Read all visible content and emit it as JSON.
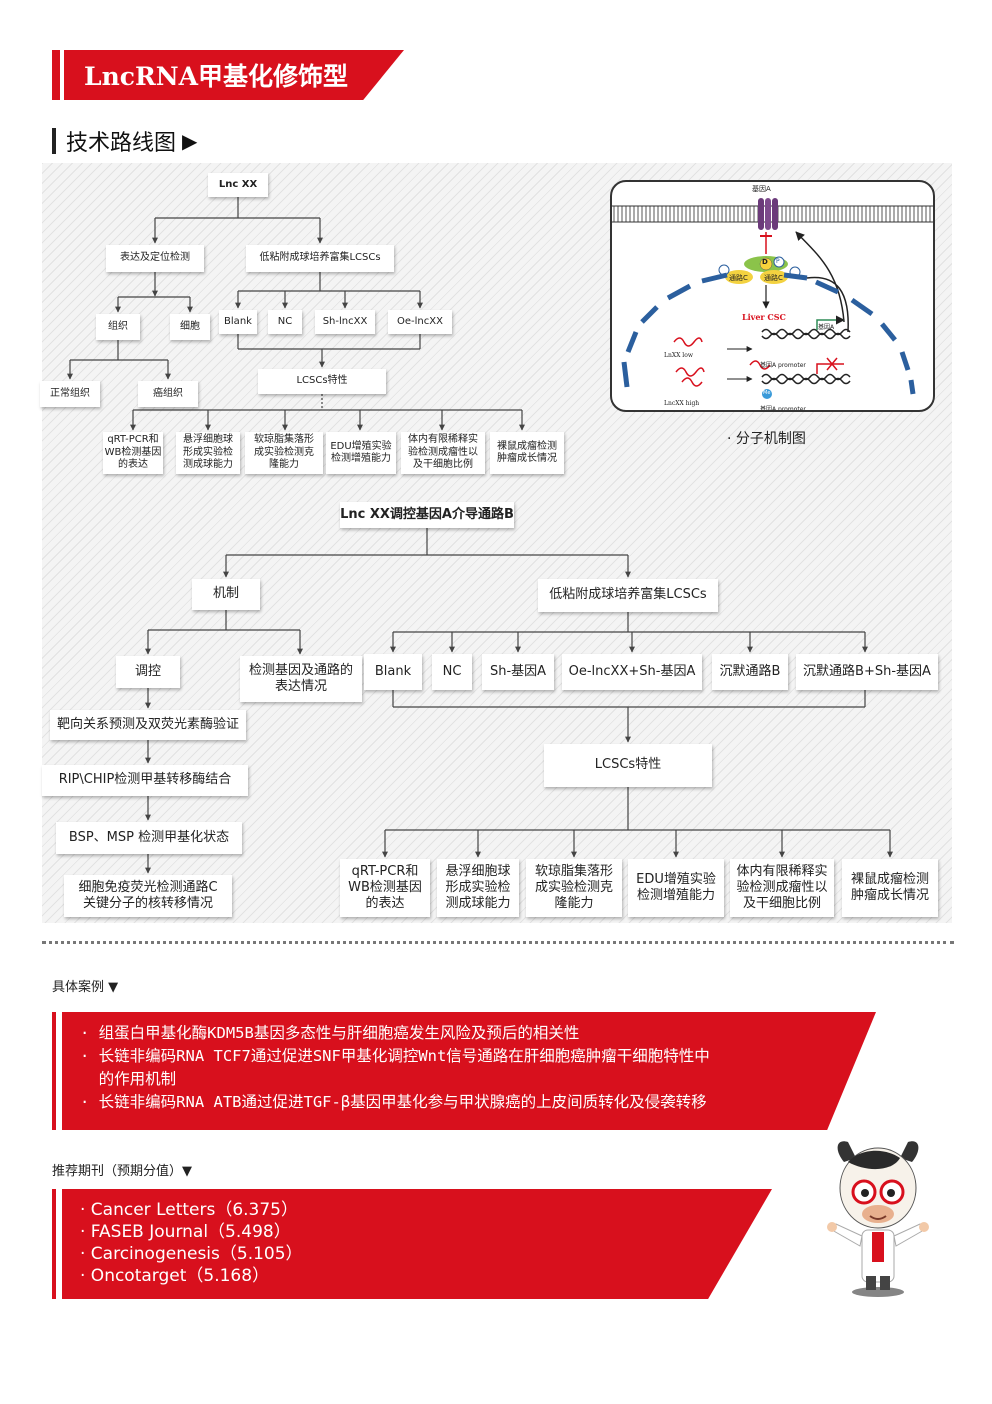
{
  "banner": {
    "title": "LncRNA甲基化修饰型"
  },
  "section": {
    "title": "技术路线图",
    "arrow": "▶"
  },
  "flow1": {
    "root": "Lnc XX",
    "left": "表达及定位检测",
    "right": "低粘附成球培养富集LCSCs",
    "tissue": "组织",
    "cell": "细胞",
    "normal": "正常组织",
    "cancer": "癌组织",
    "groups": [
      "Blank",
      "NC",
      "Sh-lncXX",
      "Oe-lncXX"
    ],
    "traits": "LCSCs特性",
    "assays": [
      [
        "qRT-PCR和",
        "WB检测基因",
        "的表达"
      ],
      [
        "悬浮细胞球",
        "形成实验检",
        "测成球能力"
      ],
      [
        "软琼脂集落形",
        "成实验检测克",
        "隆能力"
      ],
      [
        "EDU增殖实验",
        "检测增殖能力"
      ],
      [
        "体内有限稀释实",
        "验检测成瘤性以",
        "及干细胞比例"
      ],
      [
        "裸鼠成瘤检测",
        "肿瘤成长情况"
      ]
    ]
  },
  "mechanism": {
    "caption": "· 分子机制图",
    "gene_a": "基因A",
    "d": "D",
    "p": "P",
    "pathway_c": "通路C",
    "liver_csc": "Liver CSC",
    "lnc_low": "LnXX low",
    "lnc_high": "LncXX high",
    "gene_a_small": "基因A",
    "promoter_top": "基因A promoter",
    "promoter_bottom": "基因A promoter",
    "me": "Me"
  },
  "flow2": {
    "root": "Lnc XX调控基因A介导通路B",
    "mech": "机制",
    "enrich": "低粘附成球培养富集LCSCs",
    "regulate": "调控",
    "detect": [
      "检测基因及通路的",
      "表达情况"
    ],
    "chain": [
      [
        "靶向关系预测及双荧光素酶验证"
      ],
      [
        "RIP\\CHIP检测甲基转移酶结合"
      ],
      [
        "BSP、MSP 检测甲基化状态"
      ],
      [
        "细胞免疫荧光检测通路C",
        "关键分子的核转移情况"
      ]
    ],
    "groups": [
      "Blank",
      "NC",
      "Sh-基因A",
      "Oe-lncXX+Sh-基因A",
      "沉默通路B",
      "沉默通路B+Sh-基因A"
    ],
    "traits": "LCSCs特性",
    "assays": [
      [
        "qRT-PCR和",
        "WB检测基因",
        "的表达"
      ],
      [
        "悬浮细胞球",
        "形成实验检",
        "测成球能力"
      ],
      [
        "软琼脂集落形",
        "成实验检测克",
        "隆能力"
      ],
      [
        "EDU增殖实验",
        "检测增殖能力"
      ],
      [
        "体内有限稀释实",
        "验检测成瘤性以",
        "及干细胞比例"
      ],
      [
        "裸鼠成瘤检测",
        "肿瘤成长情况"
      ]
    ]
  },
  "cases": {
    "heading": "具体案例 ▼",
    "items": [
      "· 组蛋白甲基化酶KDM5B基因多态性与肝细胞癌发生风险及预后的相关性",
      "· 长链非编码RNA TCF7通过促进SNF甲基化调控Wnt信号通路在肝细胞癌肿瘤干细胞特性中",
      "  的作用机制",
      "· 长链非编码RNA ATB通过促进TGF-β基因甲基化参与甲状腺癌的上皮间质转化及侵袭转移"
    ]
  },
  "journals": {
    "heading": "推荐期刊（预期分值）▼",
    "items": [
      "·  Cancer Letters（6.375）",
      "·  FASEB Journal（5.498）",
      "·  Carcinogenesis（5.105）",
      "·  Oncotarget（5.168）"
    ]
  },
  "colors": {
    "accent": "#d8101d",
    "membrane": "#2b5f9e",
    "line": "#444444"
  }
}
